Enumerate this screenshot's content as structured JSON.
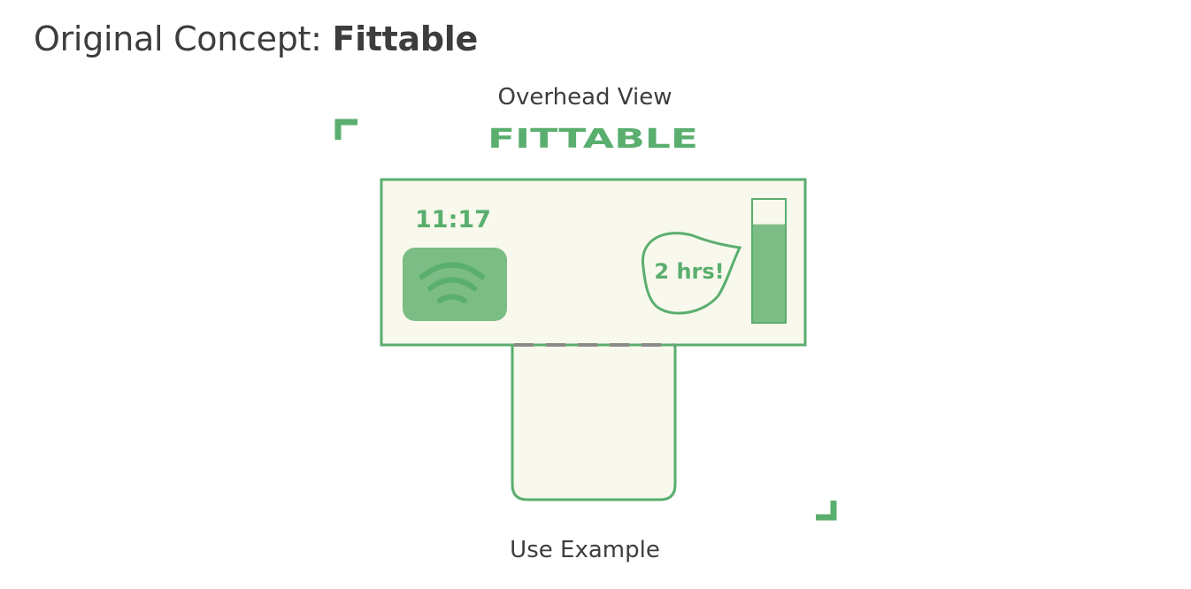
{
  "title": {
    "prefix": "Original Concept: ",
    "name": "Fittable"
  },
  "captions": {
    "top": "Overhead View",
    "bottom": "Use Example"
  },
  "logo": {
    "text": "FITTABLE"
  },
  "desk": {
    "clock": "11:17",
    "speech_bubble": "2 hrs!",
    "wifi_icon": "wifi-icon",
    "level_fill": 0.8
  },
  "colors": {
    "green": "#5aae6e",
    "green_fill": "#7bbd85",
    "desk_surface": "#f8f8ec",
    "dashed_line": "#8a8a8a",
    "text": "#3d3d3d"
  }
}
